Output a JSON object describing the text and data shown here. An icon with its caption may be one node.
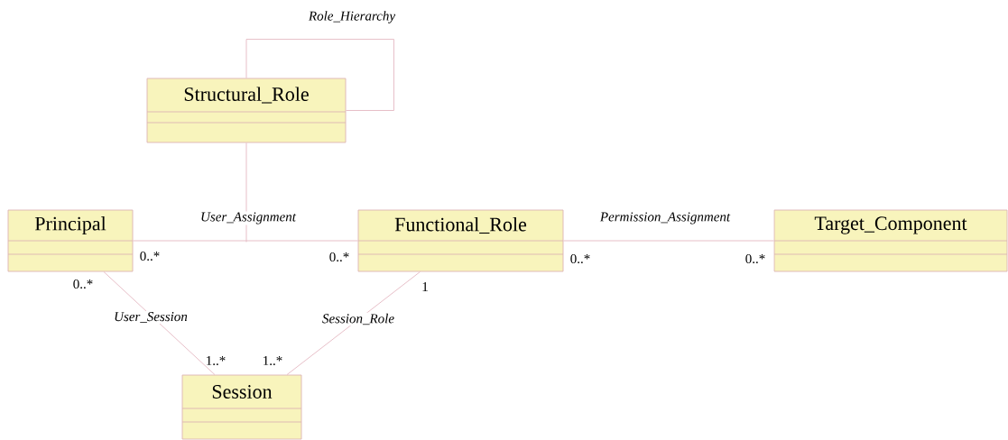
{
  "diagram": {
    "nodes": [
      {
        "text": [
          "Structural_Role"
        ]
      },
      {
        "text": [
          "Principal"
        ]
      },
      {
        "text": [
          "Functional_Role"
        ]
      },
      {
        "text": [
          "Target_Component"
        ]
      },
      {
        "text": [
          "Session"
        ]
      }
    ],
    "edges": [
      {
        "from": 0,
        "to": 0,
        "arrow": "none",
        "label": "Role_Hierarchy"
      },
      {
        "from": 1,
        "to": 2,
        "arrow": "none",
        "label": "User_Assignment"
      },
      {
        "from": 0,
        "to": null,
        "arrow": "none"
      },
      {
        "from": 2,
        "to": 3,
        "arrow": "none",
        "label": "Permission_Assignment"
      },
      {
        "from": 1,
        "to": 4,
        "arrow": "none",
        "label": "User_Session"
      },
      {
        "from": 4,
        "to": 2,
        "arrow": "none",
        "label": "Session_Role"
      }
    ],
    "labels": [
      "0..*",
      "0..*",
      "0..*",
      "0..*",
      "0..*",
      "1",
      "1..*",
      "1..*"
    ]
  }
}
